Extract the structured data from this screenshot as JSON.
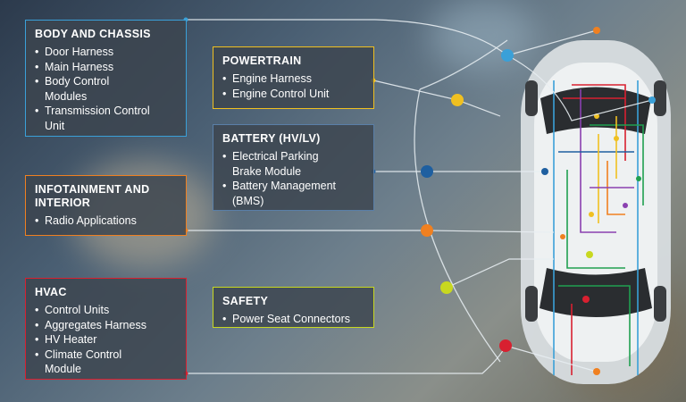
{
  "panels": {
    "body_chassis": {
      "title": "BODY AND CHASSIS",
      "items": [
        "Door Harness",
        "Main Harness",
        "Body Control Modules",
        "Transmission Control Unit"
      ],
      "color": "#3aa0d8"
    },
    "powertrain": {
      "title": "POWERTRAIN",
      "items": [
        "Engine Harness",
        "Engine Control Unit"
      ],
      "color": "#f0c020"
    },
    "battery": {
      "title": "BATTERY (HV/LV)",
      "items": [
        "Electrical Parking Brake Module",
        "Battery Management (BMS)"
      ],
      "color": "#1e5fa0"
    },
    "infotainment": {
      "title": "INFOTAINMENT AND INTERIOR",
      "items": [
        "Radio Applications"
      ],
      "color": "#f08020"
    },
    "hvac": {
      "title": "HVAC",
      "items": [
        "Control Units",
        "Aggregates Harness",
        "HV Heater",
        "Climate Control Module"
      ],
      "color": "#d82030"
    },
    "safety": {
      "title": "SAFETY",
      "items": [
        "Power Seat Connectors"
      ],
      "color": "#c8d820"
    }
  }
}
